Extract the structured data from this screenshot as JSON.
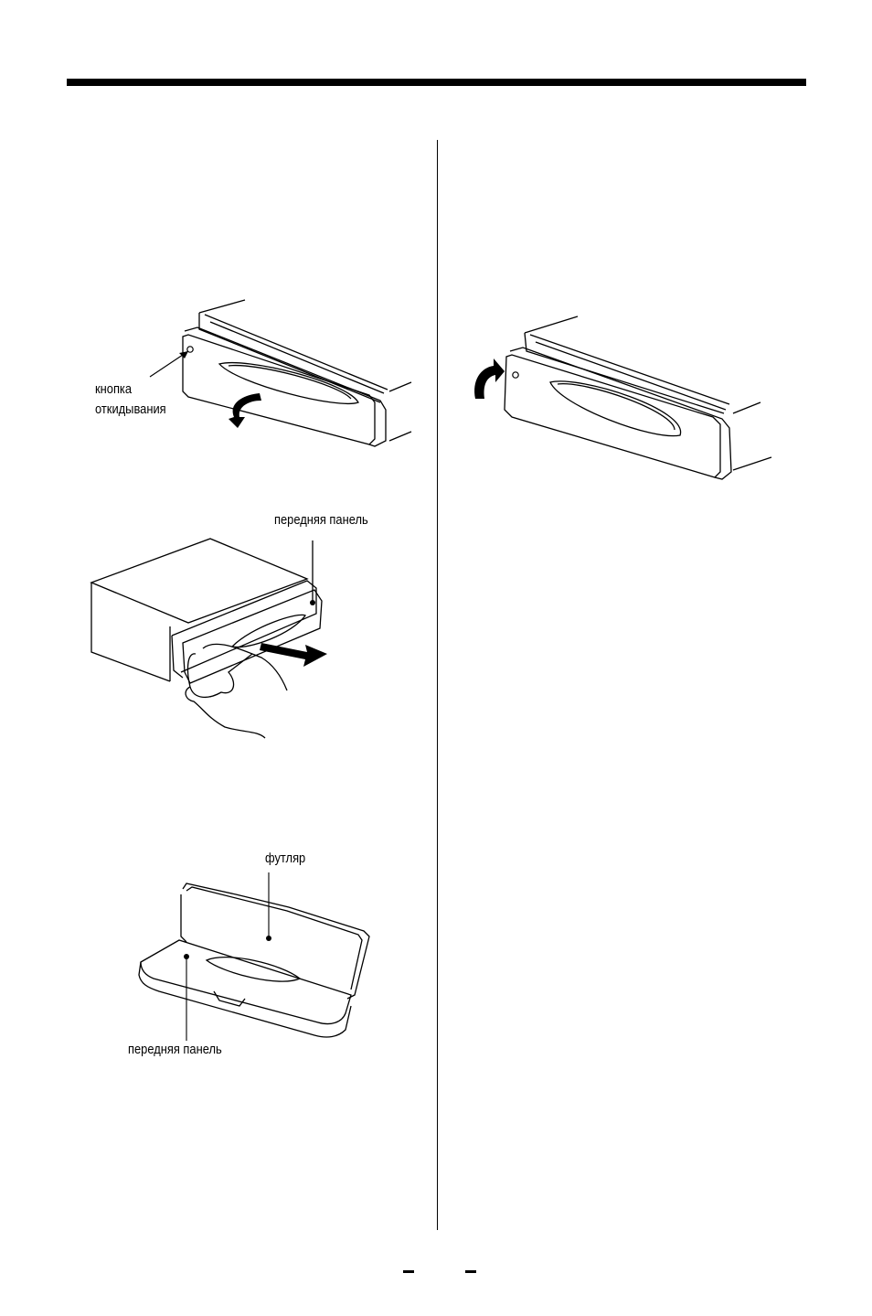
{
  "figure1": {
    "release_button_label_line1": "кнопка",
    "release_button_label_line2": "откидывания"
  },
  "figure2": {
    "front_panel_label": "передняя панель"
  },
  "figure3": {
    "case_label": "футляр",
    "front_panel_label": "передняя панель"
  },
  "colors": {
    "ink": "#000000",
    "paper": "#ffffff"
  },
  "icons": [
    "arrow-down-icon",
    "arrow-up-icon",
    "pull-arrow-icon"
  ]
}
